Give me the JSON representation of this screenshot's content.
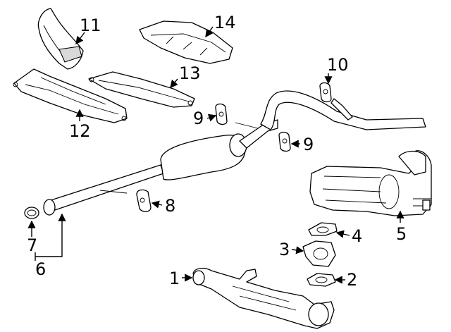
{
  "callouts": [
    {
      "id": "1",
      "text": "1"
    },
    {
      "id": "2",
      "text": "2"
    },
    {
      "id": "3",
      "text": "3"
    },
    {
      "id": "4",
      "text": "4"
    },
    {
      "id": "5",
      "text": "5"
    },
    {
      "id": "6",
      "text": "6"
    },
    {
      "id": "7",
      "text": "7"
    },
    {
      "id": "8",
      "text": "8"
    },
    {
      "id": "9a",
      "text": "9"
    },
    {
      "id": "9b",
      "text": "9"
    },
    {
      "id": "10",
      "text": "10"
    },
    {
      "id": "11",
      "text": "11"
    },
    {
      "id": "12",
      "text": "12"
    },
    {
      "id": "13",
      "text": "13"
    },
    {
      "id": "14",
      "text": "14"
    }
  ],
  "colors": {
    "line": "#000000",
    "background": "#ffffff",
    "shade": "#d9d9d9"
  }
}
